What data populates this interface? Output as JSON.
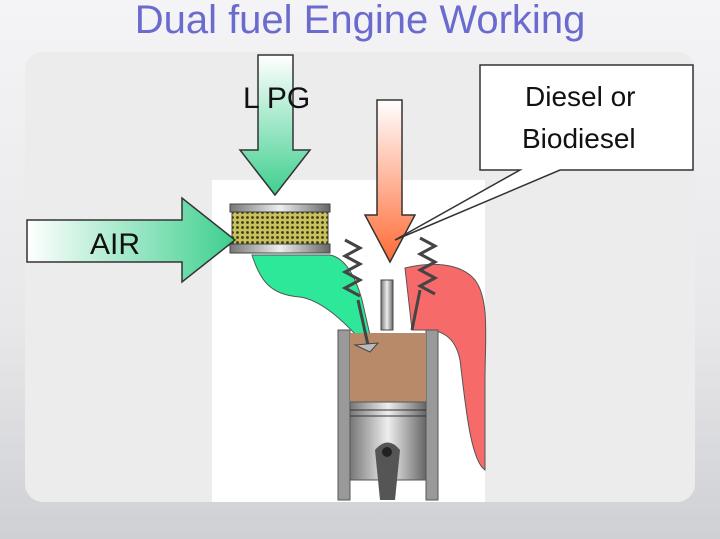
{
  "title": "Dual fuel Engine Working",
  "labels": {
    "lpg": "L PG",
    "air": "AIR",
    "diesel_line1": "Diesel or",
    "diesel_line2": "Biodiesel"
  },
  "colors": {
    "title": "#6b6bcf",
    "air_lpg_arrow": "#3ecf8e",
    "diesel_arrow": "#ff7a4a",
    "intake": "#2ee89a",
    "exhaust": "#f76a6a",
    "chamber": "#b88a6a"
  }
}
